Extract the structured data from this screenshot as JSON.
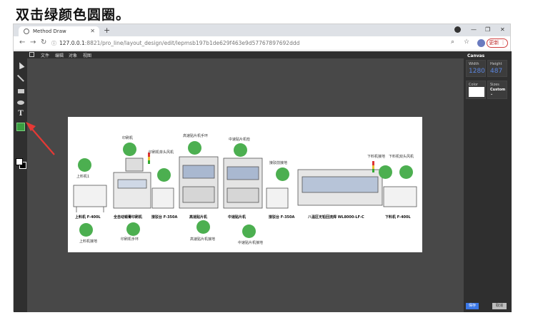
{
  "instruction": "双击绿颜色圆圈。",
  "browser": {
    "tab_title": "Method Draw",
    "url_host": "127.0.0.1",
    "url_path": ":8821/pro_line/layout_design/edit/lepmsb197b1de629f463e9d57767897692ddd",
    "update_label": "更新"
  },
  "menu": {
    "items": [
      "文件",
      "编辑",
      "对象",
      "视图"
    ]
  },
  "canvas_panel": {
    "title": "Canvas",
    "width_label": "Width",
    "width_value": "1280",
    "height_label": "Height",
    "height_value": "487",
    "color_label": "Color",
    "sizes_label": "Sizes",
    "sizes_value": "Custom",
    "save_label": "保存",
    "cancel_label": "取消"
  },
  "diagram": {
    "top_labels": [
      "印刷机",
      "印刷机单头风机",
      "高速贴片机手环",
      "中速贴片机检",
      "上料机1",
      "接驳前接地",
      "下料机接地",
      "下料机双头风机"
    ],
    "station_labels": [
      "上料机 F-400L",
      "全自动锡膏印刷机",
      "接驳台 F-350A",
      "高速贴片机",
      "中速贴片机",
      "接驳台 F-350A",
      "八温区无铅回流焊 WL8000-LF-C",
      "下料机 F-400L"
    ],
    "bottom_labels": [
      "上料机接地",
      "印刷机手环",
      "高速贴片机接地",
      "中速贴片机接地"
    ]
  },
  "colors": {
    "marker_green": "#4caf50",
    "arrow_red": "#e53935",
    "editor_bg": "#484848",
    "accent_blue": "#3b78e7"
  }
}
